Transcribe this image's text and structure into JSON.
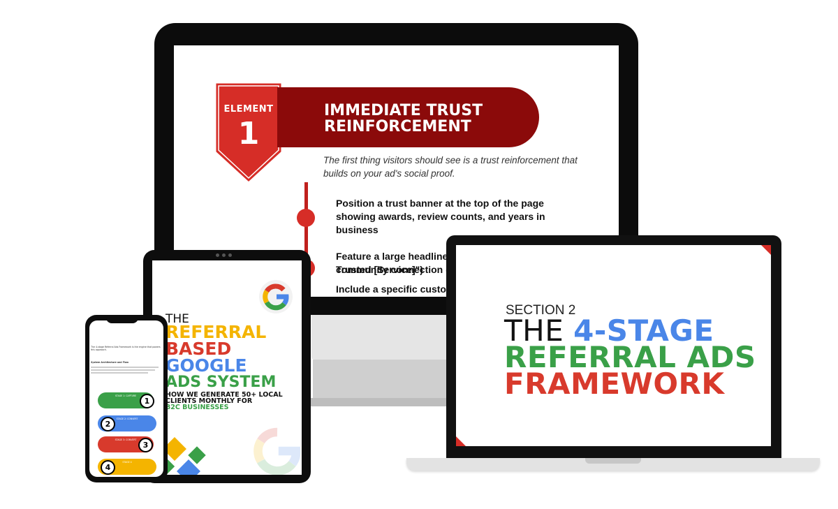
{
  "colors": {
    "dark_red": "#8b0a0a",
    "red": "#d62d27",
    "google_blue": "#4a86e8",
    "google_green": "#3aa048",
    "google_yellow": "#f4b400",
    "google_red": "#d83a2c"
  },
  "monitor": {
    "badge_label": "ELEMENT",
    "badge_number": "1",
    "title_line1": "IMMEDIATE TRUST",
    "title_line2": "REINFORCEMENT",
    "intro": "The first thing visitors should see is a trust reinforcement that builds on your ad's social proof.",
    "bullets": [
      "Position a trust banner at the top of the page showing awards, review counts, and years in business",
      "Feature a large headline that references the community connection (\"Th",
      "Trusted [Service]\")",
      "Include a specific customer"
    ]
  },
  "laptop": {
    "section_label": "SECTION 2",
    "title_the": "THE ",
    "title_stage": "4-STAGE",
    "title_referral": "REFERRAL ADS",
    "title_framework": "FRAMEWORK"
  },
  "tablet": {
    "logo_letter": "G",
    "the": "THE",
    "line_referral": "REFERRAL",
    "line_based": "BASED",
    "line_google": "GOOGLE",
    "line_ads": "ADS SYSTEM",
    "subtitle_line1": "HOW WE GENERATE 50+ LOCAL",
    "subtitle_line2": "CLIENTS MONTHLY FOR",
    "subtitle_line3": "B2C BUSINESSES"
  },
  "phone": {
    "intro_text": "The 4-stage Referral Ads Framework is the engine that powers this approach.",
    "section_heading": "System Architecture and Flow",
    "stages": [
      {
        "label": "STAGE 1: CAPTURE",
        "number": "1",
        "color": "#3aa048"
      },
      {
        "label": "STAGE 2: CONVERT",
        "number": "2",
        "color": "#4a86e8"
      },
      {
        "label": "STAGE 3: CONVERT",
        "number": "3",
        "color": "#d83a2c"
      },
      {
        "label": "STAGE 4",
        "number": "4",
        "color": "#f4b400"
      }
    ]
  }
}
